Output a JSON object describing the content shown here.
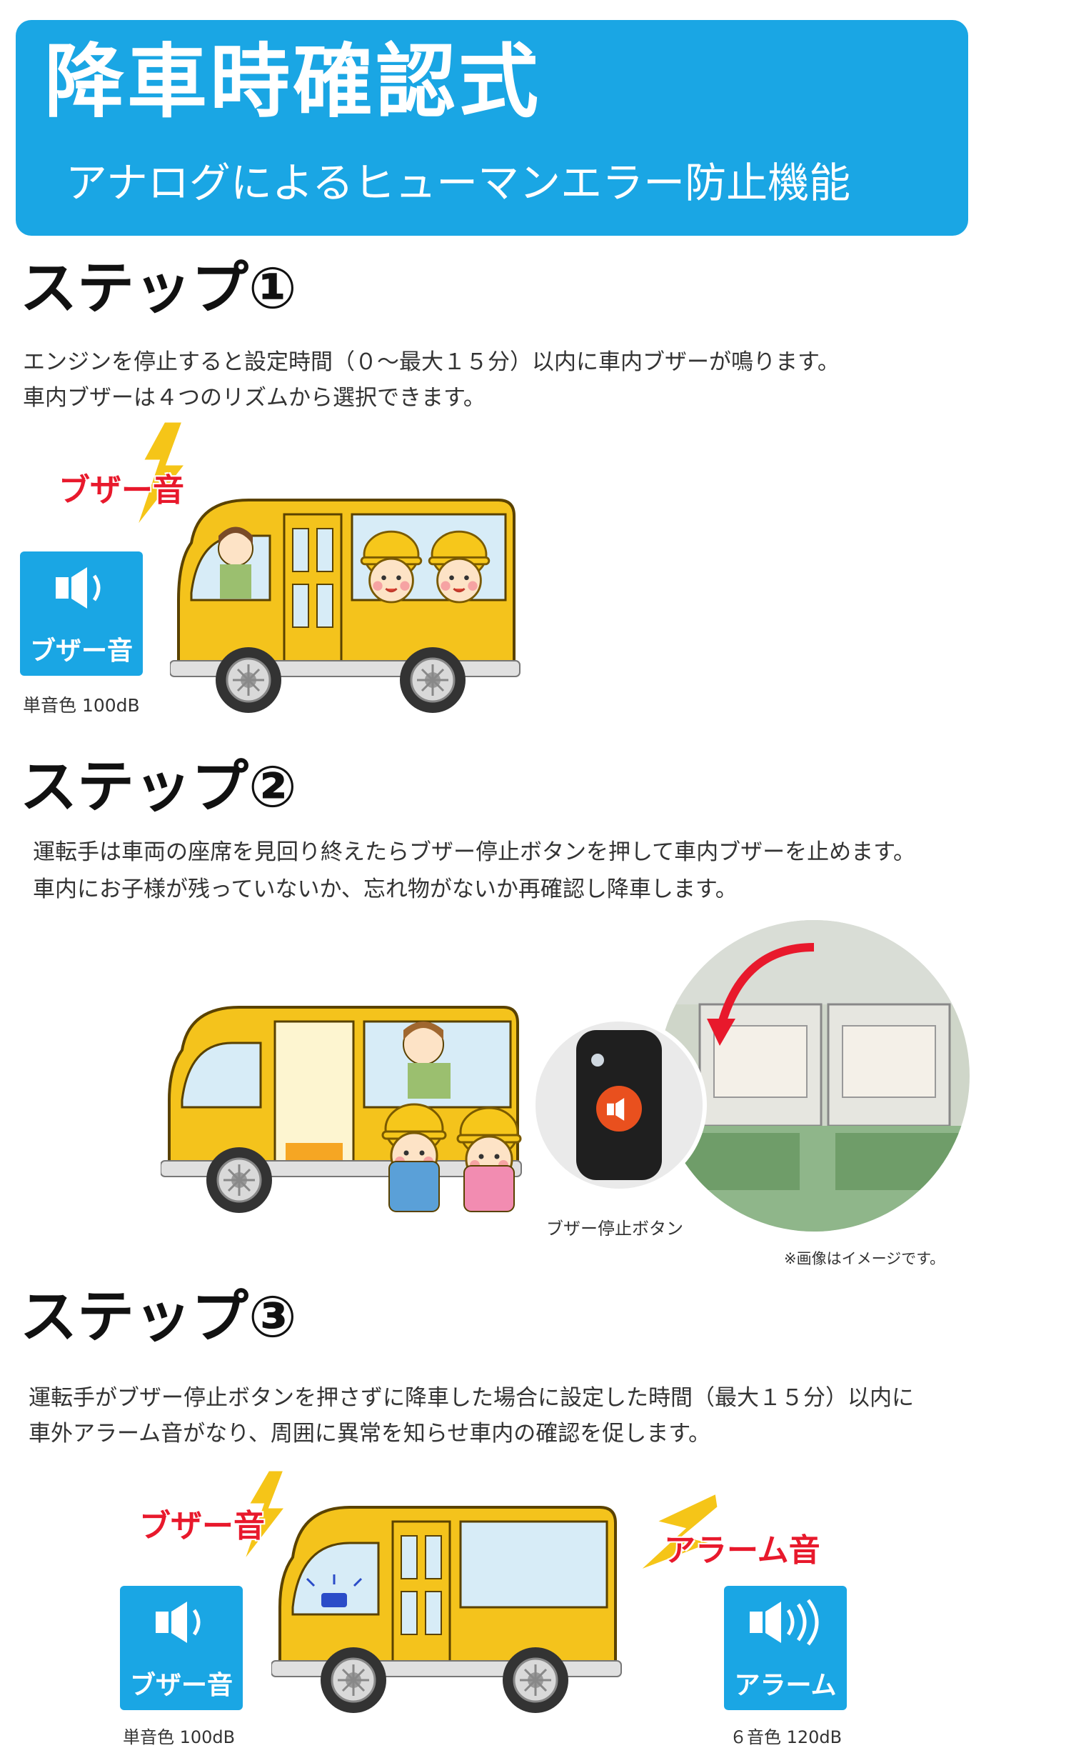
{
  "header": {
    "title": "降車時確認式",
    "subtitle": "アナログによるヒューマンエラー防止機能"
  },
  "step1": {
    "heading": "ステップ①",
    "lines": [
      "エンジンを停止すると設定時間（０～最大１５分）以内に車内ブザーが鳴ります。",
      "車内ブザーは４つのリズムから選択できます。"
    ],
    "sound_label": "ブザー音",
    "badge_label": "ブザー音",
    "badge_caption": "単音色 100dB"
  },
  "step2": {
    "heading": "ステップ②",
    "lines": [
      "運転手は車両の座席を見回り終えたらブザー停止ボタンを押して車内ブザーを止めます。",
      "車内にお子様が残っていないか、忘れ物がないか再確認し降車します。"
    ],
    "button_caption": "ブザー停止ボタン",
    "image_note": "※画像はイメージです。"
  },
  "step3": {
    "heading": "ステップ③",
    "lines": [
      "運転手がブザー停止ボタンを押さずに降車した場合に設定した時間（最大１５分）以内に",
      "車外アラーム音がなり、周囲に異常を知らせ車内の確認を促します。"
    ],
    "buzzer_label": "ブザー音",
    "alarm_label": "アラーム音",
    "badge_buzzer_label": "ブザー音",
    "badge_buzzer_caption": "単音色 100dB",
    "badge_alarm_label": "アラーム",
    "badge_alarm_caption": "６音色 120dB"
  },
  "colors": {
    "accent_blue": "#1aa6e4",
    "bus_yellow": "#f4c31c",
    "label_red": "#e8192c",
    "button_orange": "#e9501e"
  }
}
